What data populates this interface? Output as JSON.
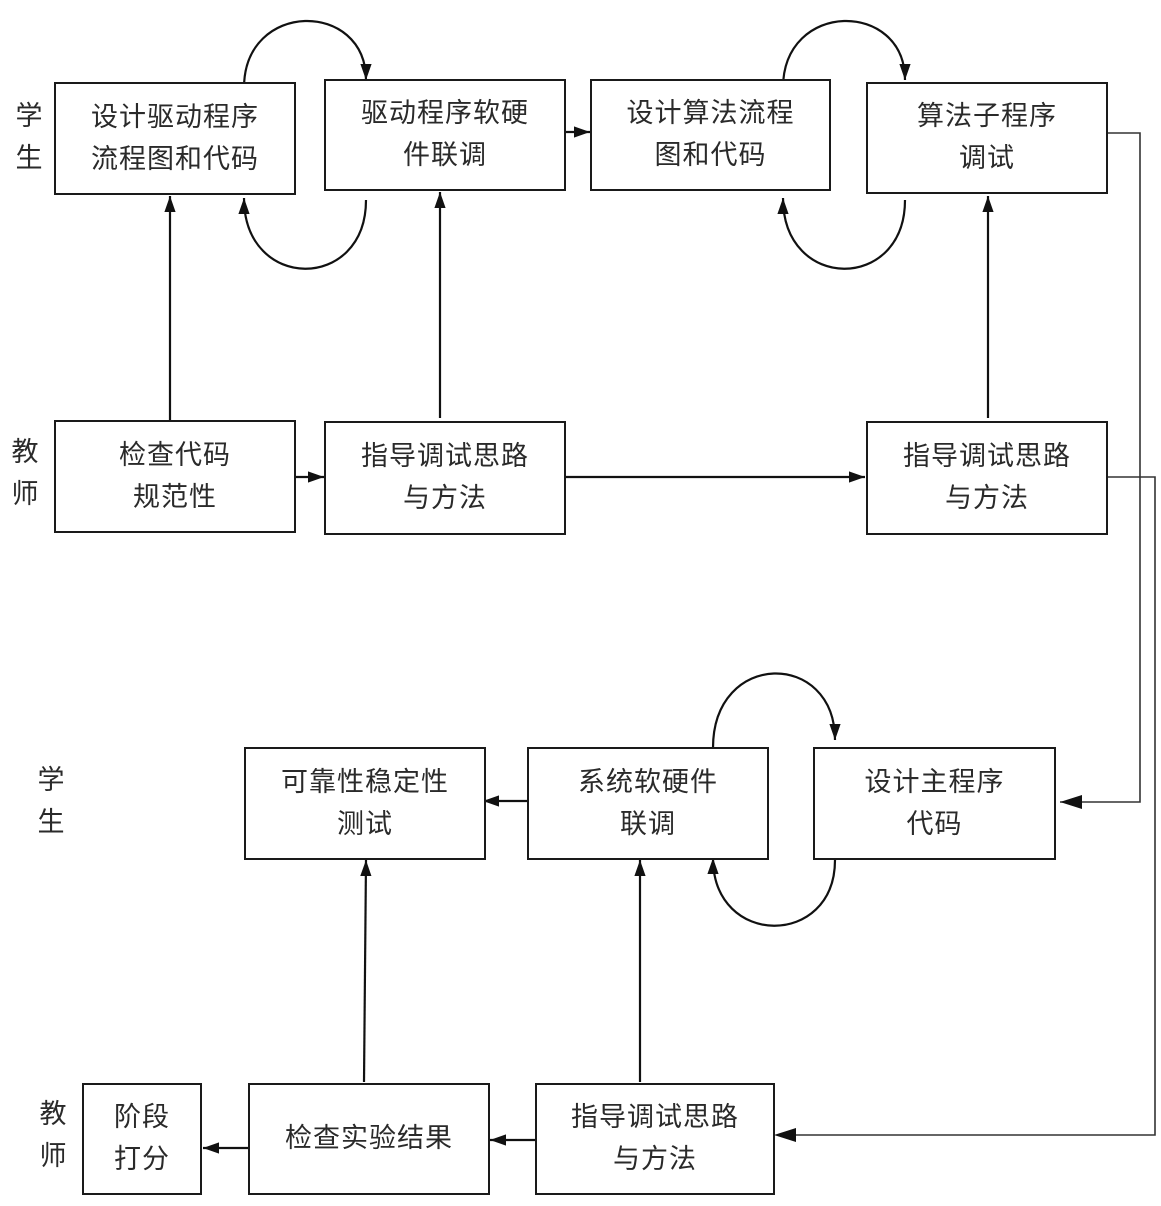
{
  "diagram": {
    "title": "",
    "roles": {
      "student": [
        "学",
        "生"
      ],
      "teacher": [
        "教",
        "师"
      ]
    },
    "phase1": {
      "student_boxes": [
        {
          "id": "s1",
          "lines": [
            "设计驱动程序",
            "流程图和代码"
          ]
        },
        {
          "id": "s2",
          "lines": [
            "驱动程序软硬",
            "件联调"
          ]
        },
        {
          "id": "s3",
          "lines": [
            "设计算法流程",
            "图和代码"
          ]
        },
        {
          "id": "s4",
          "lines": [
            "算法子程序",
            "调试"
          ]
        }
      ],
      "teacher_boxes": [
        {
          "id": "t1",
          "lines": [
            "检查代码",
            "规范性"
          ]
        },
        {
          "id": "t2",
          "lines": [
            "指导调试思路",
            "与方法"
          ]
        },
        {
          "id": "t3",
          "lines": [
            "指导调试思路",
            "与方法"
          ]
        }
      ]
    },
    "phase2": {
      "student_boxes": [
        {
          "id": "s5",
          "lines": [
            "可靠性稳定性",
            "测试"
          ]
        },
        {
          "id": "s6",
          "lines": [
            "系统软硬件",
            "联调"
          ]
        },
        {
          "id": "s7",
          "lines": [
            "设计主程序",
            "代码"
          ]
        }
      ],
      "teacher_boxes": [
        {
          "id": "t4",
          "lines": [
            "阶段",
            "打分"
          ]
        },
        {
          "id": "t5",
          "lines": [
            "检查实验结果"
          ]
        },
        {
          "id": "t6",
          "lines": [
            "指导调试思路",
            "与方法"
          ]
        }
      ]
    },
    "edges": [
      {
        "from": "s1",
        "to": "s2",
        "type": "loop-top"
      },
      {
        "from": "s2",
        "to": "s1",
        "type": "loop-bottom"
      },
      {
        "from": "s2",
        "to": "s3",
        "type": "straight"
      },
      {
        "from": "s3",
        "to": "s4",
        "type": "loop-top"
      },
      {
        "from": "s4",
        "to": "s3",
        "type": "loop-bottom"
      },
      {
        "from": "t1",
        "to": "s1",
        "type": "straight"
      },
      {
        "from": "t2",
        "to": "s2",
        "type": "straight"
      },
      {
        "from": "t3",
        "to": "s4",
        "type": "straight"
      },
      {
        "from": "t1",
        "to": "t2",
        "type": "straight"
      },
      {
        "from": "t2",
        "to": "t3",
        "type": "straight"
      },
      {
        "from": "s4",
        "to": "s7",
        "type": "elbow"
      },
      {
        "from": "t3",
        "to": "t6",
        "type": "elbow"
      },
      {
        "from": "s6",
        "to": "s7",
        "type": "loop-top"
      },
      {
        "from": "s7",
        "to": "s6",
        "type": "loop-bottom"
      },
      {
        "from": "s6",
        "to": "s5",
        "type": "straight"
      },
      {
        "from": "t5",
        "to": "s5",
        "type": "straight"
      },
      {
        "from": "t6",
        "to": "s6",
        "type": "straight"
      },
      {
        "from": "t6",
        "to": "t5",
        "type": "straight"
      },
      {
        "from": "t5",
        "to": "t4",
        "type": "straight"
      }
    ]
  }
}
